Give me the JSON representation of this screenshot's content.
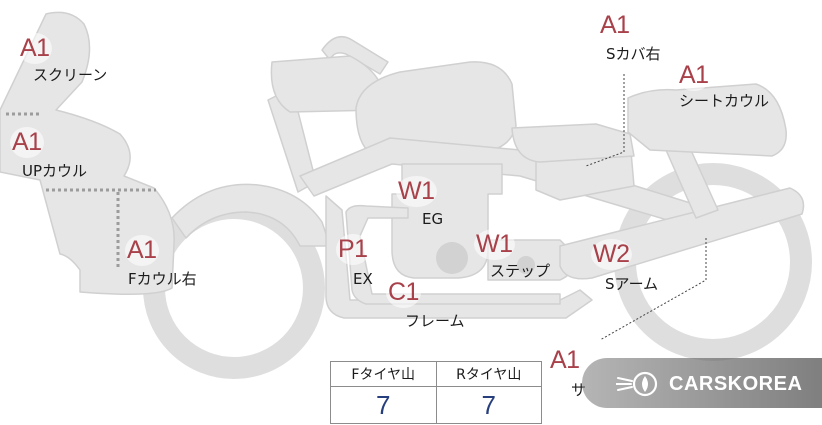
{
  "parts": [
    {
      "id": "screen",
      "grade": "A1",
      "label": "スクリーン"
    },
    {
      "id": "upper-cowl",
      "grade": "A1",
      "label": "UPカウル"
    },
    {
      "id": "front-cowl-right",
      "grade": "A1",
      "label": "Fカウル右"
    },
    {
      "id": "side-cover-right",
      "grade": "A1",
      "label": "Sカバ右"
    },
    {
      "id": "seat-cowl",
      "grade": "A1",
      "label": "シートカウル"
    },
    {
      "id": "engine",
      "grade": "W1",
      "label": "EG"
    },
    {
      "id": "exhaust",
      "grade": "P1",
      "label": "EX"
    },
    {
      "id": "step",
      "grade": "W1",
      "label": "ステップ"
    },
    {
      "id": "frame",
      "grade": "C1",
      "label": "フレーム"
    },
    {
      "id": "swing-arm",
      "grade": "W2",
      "label": "Sアーム"
    },
    {
      "id": "partial-bottom",
      "grade": "A1",
      "label": "サ"
    }
  ],
  "tread_table": {
    "front_header": "Fタイヤ山",
    "rear_header": "Rタイヤ山",
    "front_value": "7",
    "rear_value": "7"
  },
  "watermark": {
    "text": "CARSKOREA"
  },
  "colors": {
    "body_fill": "#e6e6e6",
    "body_stroke": "#d0d0d0",
    "grade_text": "#a8414a",
    "label_text": "#1b1b1b",
    "tread_value": "#283f7e",
    "watermark_bg": "#6e6e6e"
  }
}
